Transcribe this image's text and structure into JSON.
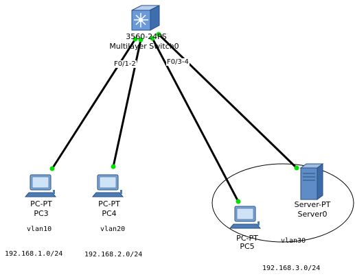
{
  "switch": {
    "model": "3560-24PS",
    "name": "Multilayer Switch0"
  },
  "ports": {
    "left": "F0/1-2",
    "right": "F0/3-4"
  },
  "devices": [
    {
      "id": "pc3",
      "type": "PC-PT",
      "name": "PC3",
      "vlan": "vlan10",
      "network": "192.168.1.0/24"
    },
    {
      "id": "pc4",
      "type": "PC-PT",
      "name": "PC4",
      "vlan": "vlan20",
      "network": "192.168.2.0/24"
    },
    {
      "id": "pc5",
      "type": "PC-PT",
      "name": "PC5",
      "vlan": "vlan30",
      "network": "192.168.3.0/24"
    },
    {
      "id": "server0",
      "type": "Server-PT",
      "name": "Server0"
    }
  ],
  "colors": {
    "link": "#000000",
    "link_light": "#00e000",
    "switch_blue": "#6a9ad8"
  }
}
